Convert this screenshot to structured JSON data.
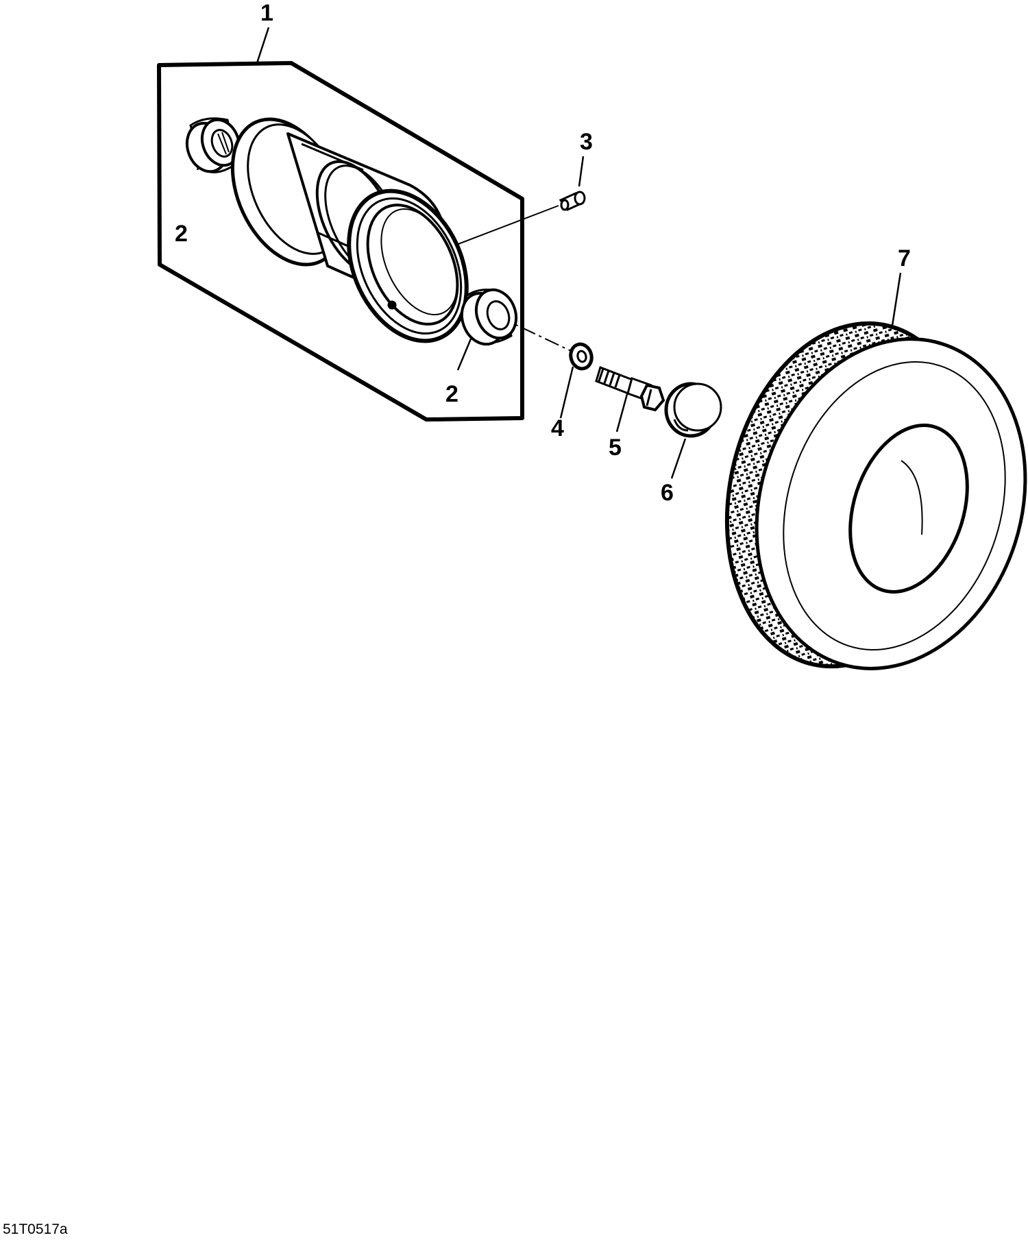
{
  "diagram": {
    "callouts": {
      "c1": "1",
      "c2a": "2",
      "c2b": "2",
      "c3": "3",
      "c4": "4",
      "c5": "5",
      "c6": "6",
      "c7": "7"
    },
    "figure_code": "51T0517a"
  },
  "colors": {
    "ink": "#000000",
    "paper": "#ffffff"
  }
}
